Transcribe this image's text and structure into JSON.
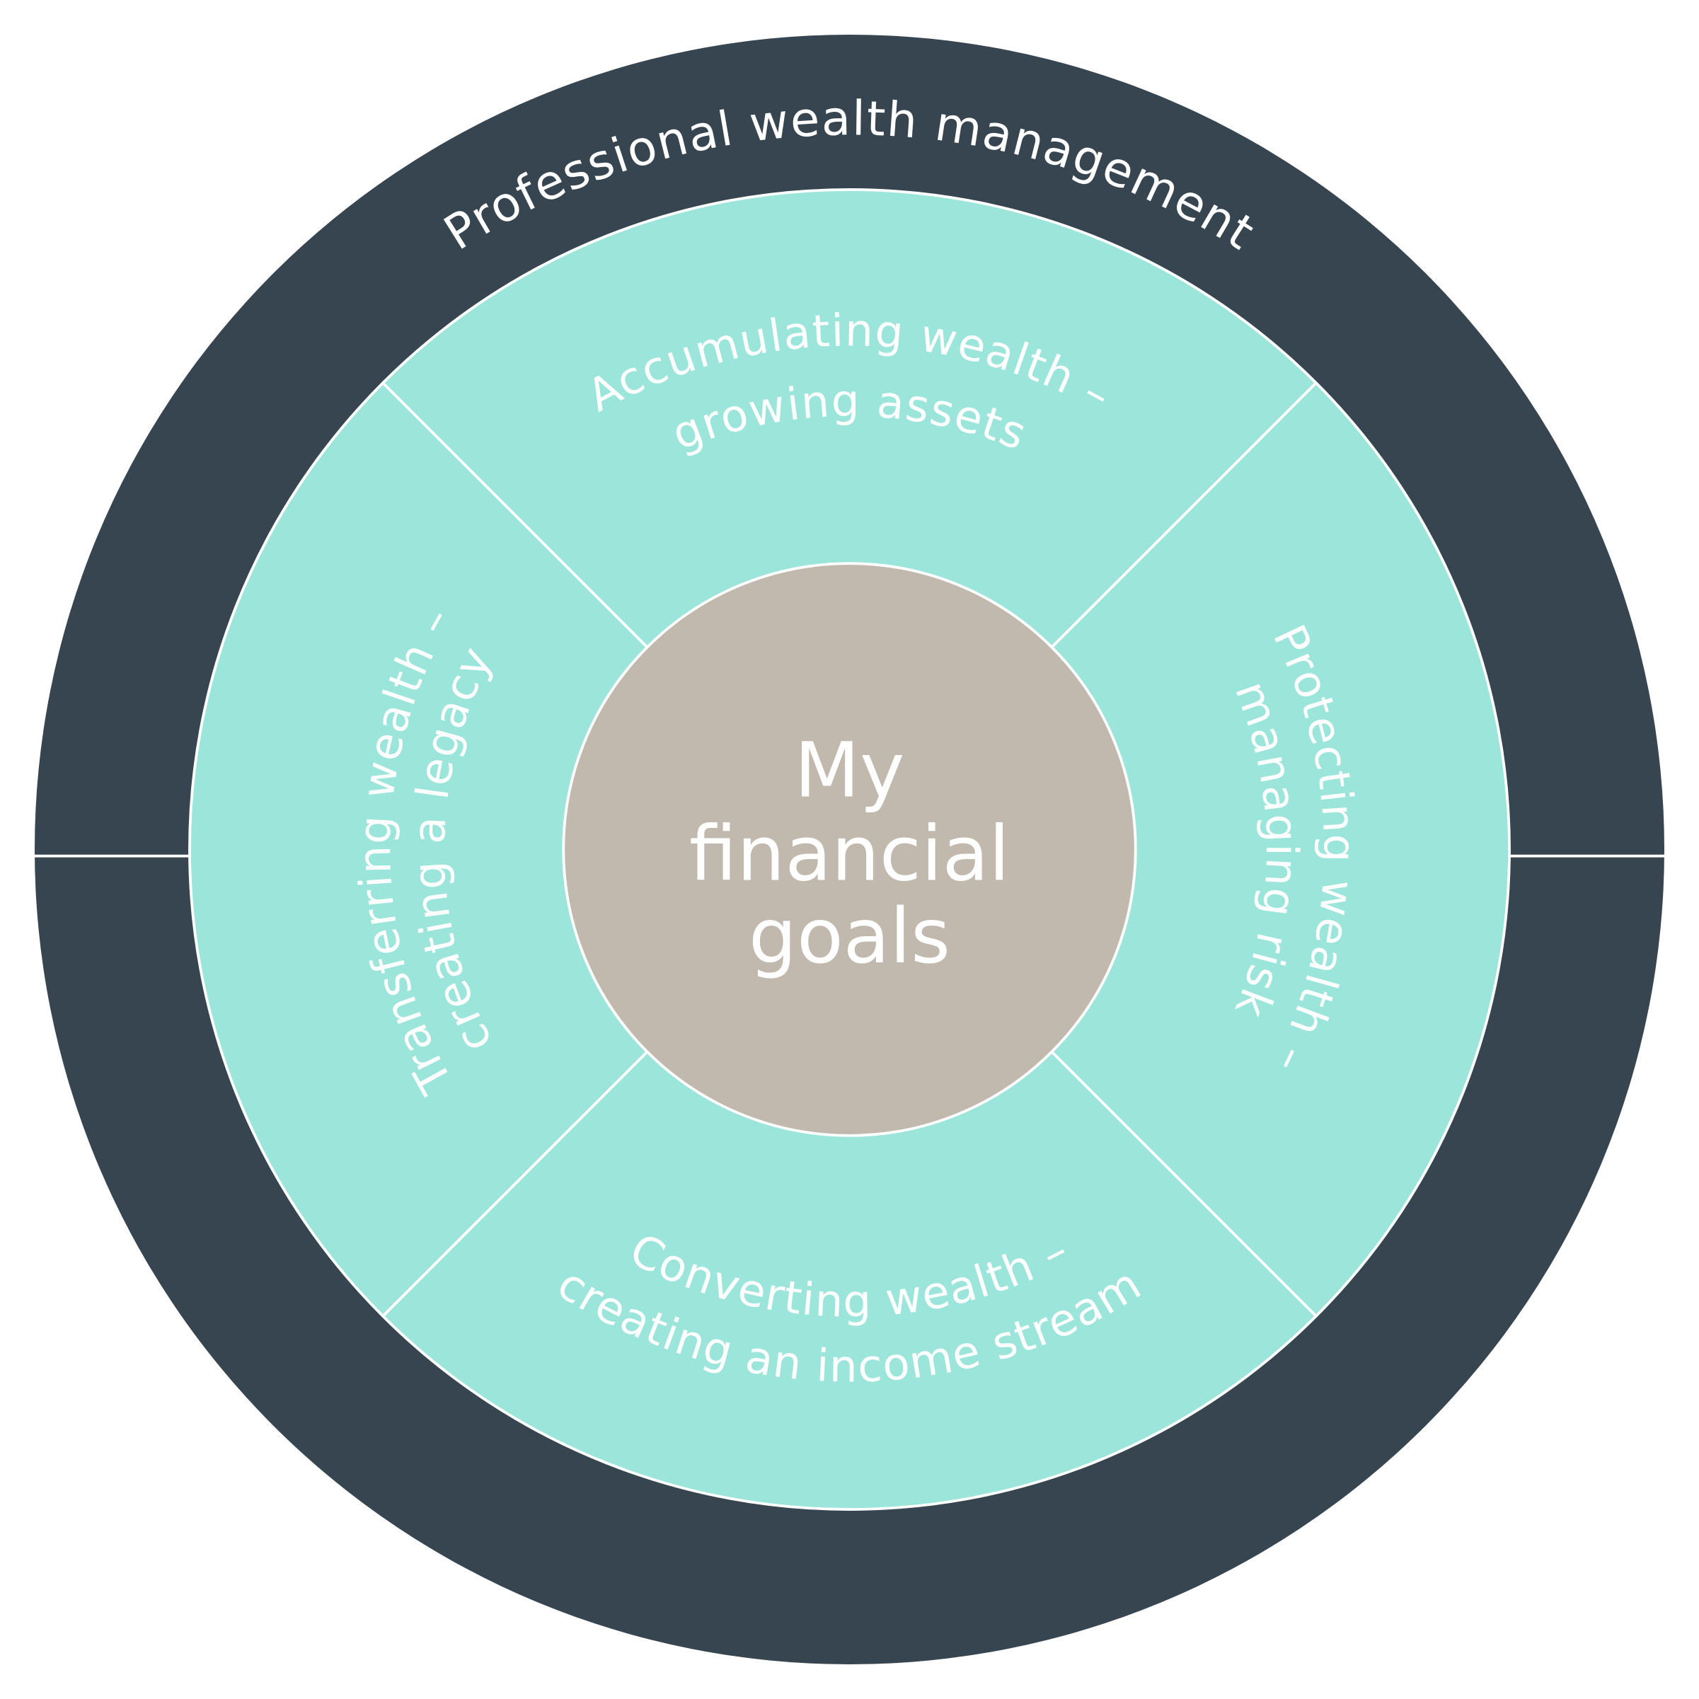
{
  "outer_ring": {
    "label": "Professional wealth management"
  },
  "segments": {
    "top": {
      "line1": "Accumulating wealth –",
      "line2": "growing assets"
    },
    "right": {
      "line1": "Protecting wealth –",
      "line2": "managing risk"
    },
    "bottom": {
      "line1": "Converting wealth –",
      "line2": "creating an income stream"
    },
    "left": {
      "line1": "Transferring wealth –",
      "line2": "creating a legacy"
    }
  },
  "center": {
    "line1": "My",
    "line2": "financial",
    "line3": "goals"
  },
  "colors": {
    "outer": "#36454f",
    "segments": "#9ce5da",
    "center": "#c1b8ae",
    "divider": "#ffffff"
  }
}
